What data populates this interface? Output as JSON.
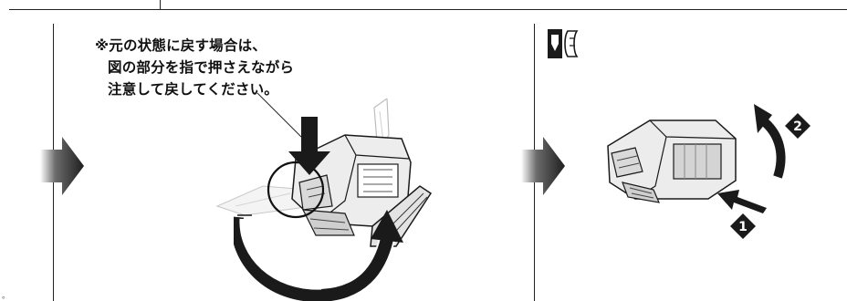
{
  "page": {
    "background": "#ffffff",
    "ink": "#111111"
  },
  "panel_left": {
    "note_lines": [
      "※元の状態に戻す場合は、",
      "図の部分を指で押さえながら",
      "注意して戻してください。"
    ],
    "illustration": "robot-toy-transform-icon",
    "indicators": [
      "step-arrow-icon",
      "press-down-arrow-icon",
      "rotate-curved-arrow-icon",
      "highlight-circle-icon"
    ]
  },
  "panel_right": {
    "markers": [
      "❷",
      "❶"
    ],
    "illustration": "vehicle-mode-toy-icon",
    "indicators": [
      "step-arrow-icon",
      "reverse-transform-symbol-icon",
      "curved-arrow-icon",
      "push-arrow-icon"
    ]
  },
  "footer": {
    "mark": "。"
  }
}
